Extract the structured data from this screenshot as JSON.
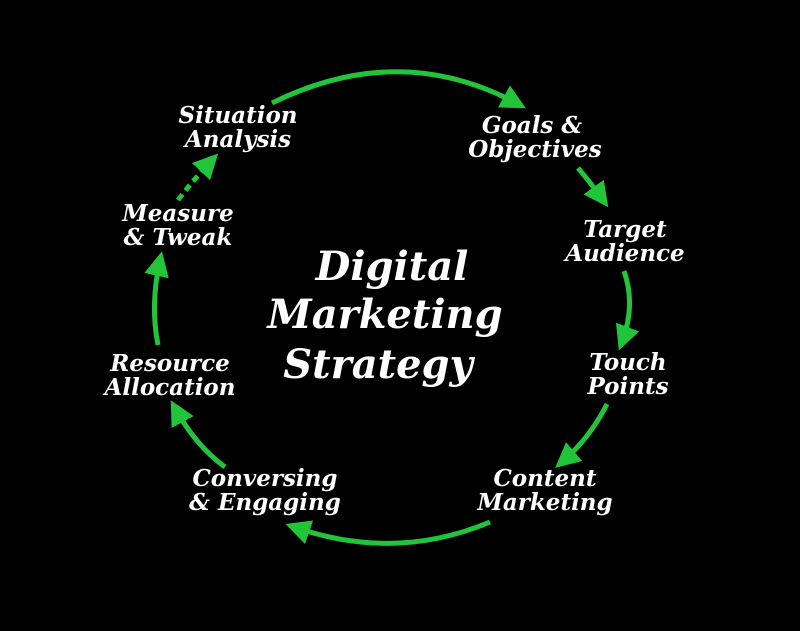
{
  "diagram": {
    "title_lines": [
      "Digital",
      "Marketing",
      "Strategy"
    ],
    "nodes": [
      {
        "id": "situation-analysis",
        "lines": [
          "Situation",
          "Analysis"
        ]
      },
      {
        "id": "goals-objectives",
        "lines": [
          "Goals &",
          "Objectives"
        ]
      },
      {
        "id": "target-audience",
        "lines": [
          "Target",
          "Audience"
        ]
      },
      {
        "id": "touch-points",
        "lines": [
          "Touch",
          "Points"
        ]
      },
      {
        "id": "content-marketing",
        "lines": [
          "Content",
          "Marketing"
        ]
      },
      {
        "id": "conversing-engaging",
        "lines": [
          "Conversing",
          "& Engaging"
        ]
      },
      {
        "id": "resource-allocation",
        "lines": [
          "Resource",
          "Allocation"
        ]
      },
      {
        "id": "measure-tweak",
        "lines": [
          "Measure",
          "& Tweak"
        ]
      }
    ],
    "colors": {
      "background": "#000000",
      "arrow": "#22c43a",
      "text": "#ffffff"
    }
  }
}
